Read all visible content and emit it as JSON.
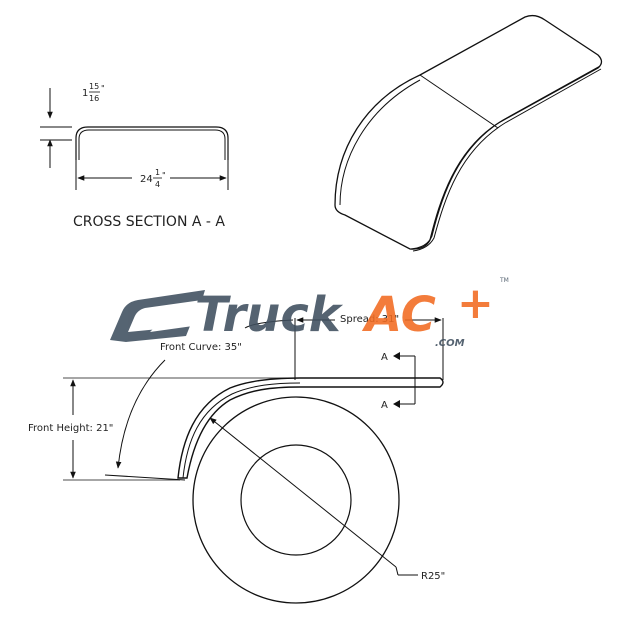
{
  "cross_section": {
    "thickness_whole": "1",
    "thickness_num": "15",
    "thickness_den": "16",
    "thickness_unit": "\"",
    "width_whole": "24",
    "width_num": "1",
    "width_den": "4",
    "width_unit": "\"",
    "title": "CROSS SECTION A - A"
  },
  "side_view": {
    "spread": "Spread: 31\"",
    "front_curve": "Front Curve: 35\"",
    "front_height": "Front Height: 21\"",
    "radius": "R25\"",
    "section_mark_top": "A",
    "section_mark_bottom": "A"
  },
  "watermark": {
    "word1": "Truck",
    "word2": "AC",
    "plus": "+",
    "domain": ".COM",
    "tm": "TM",
    "color_dark": "#3e4e5e",
    "color_accent": "#f26b21"
  }
}
